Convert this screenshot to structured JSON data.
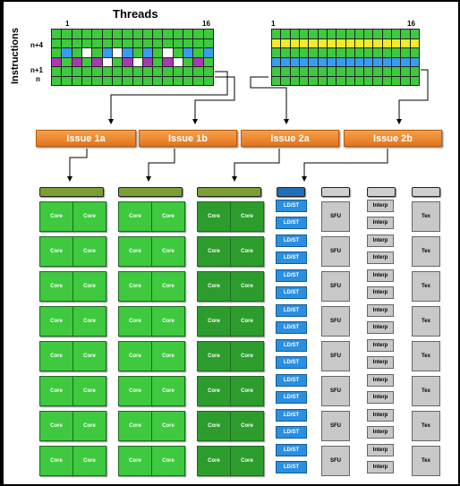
{
  "threads_title": "Threads",
  "axis_label": "Instructions",
  "left_warp": {
    "tick_start": "1",
    "tick_end": "16",
    "row_labels": [
      "n+4",
      "n+1",
      "n"
    ],
    "rows": [
      [
        "g",
        "g",
        "g",
        "g",
        "g",
        "g",
        "g",
        "g",
        "g",
        "g",
        "g",
        "g",
        "g",
        "g",
        "g",
        "g"
      ],
      [
        "g",
        "g",
        "g",
        "g",
        "g",
        "g",
        "g",
        "g",
        "g",
        "g",
        "g",
        "g",
        "g",
        "g",
        "g",
        "g"
      ],
      [
        "g",
        "b",
        "g",
        "w",
        "g",
        "b",
        "w",
        "b",
        "g",
        "b",
        "g",
        "w",
        "g",
        "b",
        "g",
        "b"
      ],
      [
        "m",
        "g",
        "m",
        "g",
        "m",
        "w",
        "g",
        "m",
        "w",
        "m",
        "g",
        "m",
        "w",
        "g",
        "m",
        "g"
      ],
      [
        "g",
        "g",
        "g",
        "g",
        "g",
        "g",
        "g",
        "g",
        "g",
        "g",
        "g",
        "g",
        "g",
        "g",
        "g",
        "g"
      ],
      [
        "g",
        "g",
        "g",
        "g",
        "g",
        "g",
        "g",
        "g",
        "g",
        "g",
        "g",
        "g",
        "g",
        "g",
        "g",
        "g"
      ]
    ]
  },
  "right_warp": {
    "tick_start": "1",
    "tick_end": "16",
    "rows": [
      [
        "g",
        "g",
        "g",
        "g",
        "g",
        "g",
        "g",
        "g",
        "g",
        "g",
        "g",
        "g",
        "g",
        "g",
        "g",
        "g"
      ],
      [
        "y",
        "y",
        "y",
        "y",
        "y",
        "y",
        "y",
        "y",
        "y",
        "y",
        "y",
        "y",
        "y",
        "y",
        "y",
        "y"
      ],
      [
        "g",
        "g",
        "g",
        "g",
        "g",
        "g",
        "g",
        "g",
        "g",
        "g",
        "g",
        "g",
        "g",
        "g",
        "g",
        "g"
      ],
      [
        "b",
        "b",
        "b",
        "b",
        "b",
        "b",
        "b",
        "b",
        "b",
        "b",
        "b",
        "b",
        "b",
        "b",
        "b",
        "b"
      ],
      [
        "g",
        "g",
        "g",
        "g",
        "g",
        "g",
        "g",
        "g",
        "g",
        "g",
        "g",
        "g",
        "g",
        "g",
        "g",
        "g"
      ],
      [
        "g",
        "g",
        "g",
        "g",
        "g",
        "g",
        "g",
        "g",
        "g",
        "g",
        "g",
        "g",
        "g",
        "g",
        "g",
        "g"
      ]
    ]
  },
  "cell_colors": {
    "g": "#3ec93e",
    "b": "#3a9cf0",
    "m": "#a83ab4",
    "w": "#ffffff",
    "y": "#f2ea2a"
  },
  "issue_units": [
    "Issue 1a",
    "Issue 1b",
    "Issue 2a",
    "Issue 2b"
  ],
  "header_colors": {
    "core": "#7aa034",
    "ldst": "#1f6fb8",
    "sfu": "#cfcfcf"
  },
  "core_colors": {
    "light": "#3ec93e",
    "dark": "#2c9d2c"
  },
  "units": {
    "core": "Core",
    "ldst": "LD/ST",
    "sfu": "SFU",
    "interp": "Interp",
    "tex": "Tex"
  },
  "core_rows": 8
}
